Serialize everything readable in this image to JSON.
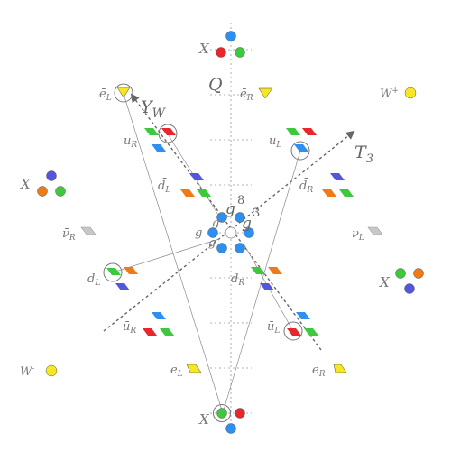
{
  "colors": {
    "red": "#e8262c",
    "green": "#3ec83e",
    "blue": "#2f8ff0",
    "orange": "#f07a18",
    "yellow": "#f7e624",
    "purple": "#5555dd",
    "gray": "#c8c8c8",
    "line": "#888888",
    "text": "#777777"
  },
  "labels": {
    "x_top": "X",
    "x_bottom": "X",
    "x_left": "X",
    "x_right": "X",
    "q": "Q",
    "y_w_main": "Y",
    "y_w_sub": "W",
    "t3_main": "T",
    "t3_sub": "3",
    "w_plus_main": "W",
    "w_plus_sup": "+",
    "w_minus_main": "W",
    "w_minus_sup": "-",
    "g_glyph": "g",
    "g8_num": "8",
    "g3_num": "3",
    "e_bar_L": "ē",
    "e_bar_L_sub": "L",
    "e_bar_R": "ē",
    "e_bar_R_sub": "R",
    "u_R_top": "u",
    "u_R_top_sub": "R",
    "u_L_top": "u",
    "u_L_top_sub": "L",
    "d_bar_L": "d̄",
    "d_bar_L_sub": "L",
    "d_bar_R": "d̄",
    "d_bar_R_sub": "R",
    "nu_bar_R": "ν̄",
    "nu_bar_R_sub": "R",
    "nu_L": "ν",
    "nu_L_sub": "L",
    "d_L": "d",
    "d_L_sub": "L",
    "d_R": "d",
    "d_R_sub": "R",
    "u_bar_R": "ū",
    "u_bar_R_sub": "R",
    "u_bar_L": "ū",
    "u_bar_L_sub": "L",
    "e_L": "e",
    "e_L_sub": "L",
    "e_R": "e",
    "e_R_sub": "R"
  }
}
